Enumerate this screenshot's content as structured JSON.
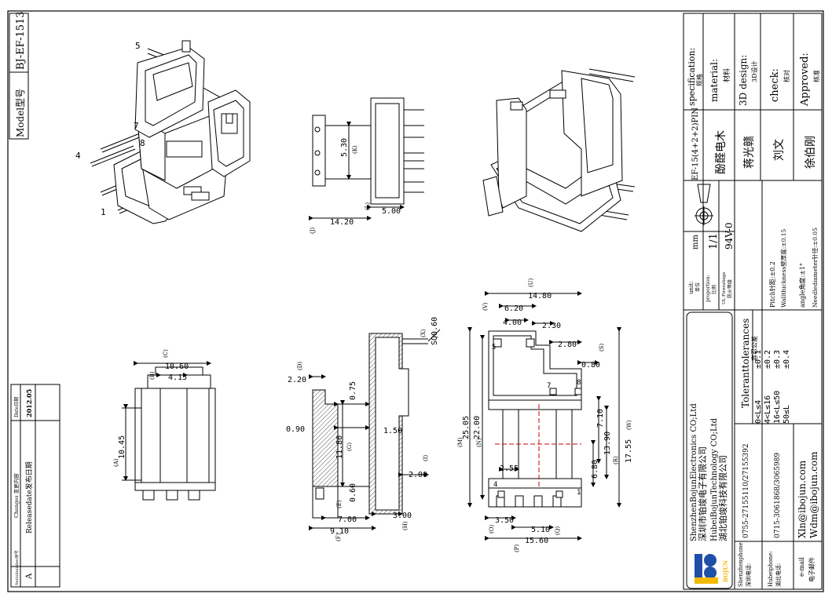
{
  "model": {
    "label": "Model型号",
    "value": "BJ-EF-1513"
  },
  "revision": {
    "headers": {
      "serial": "Serialnumber序号",
      "changes": "Changes 变更内容",
      "date": "Date日期"
    },
    "rows": [
      {
        "serial": "A",
        "changes": "Releasedate发布日期",
        "date": "2012.05"
      }
    ]
  },
  "pins": {
    "p1": "1",
    "p4": "4",
    "p5": "5",
    "p7": "7",
    "p8": "8"
  },
  "dims_top": {
    "d530": "5.30",
    "dK": "(K)",
    "d500": "5.00",
    "dL": "(L)",
    "d1420": "14.20",
    "dJ": "(J)"
  },
  "dims_left": {
    "d1060": "10.60",
    "dC": "(C)",
    "d415": "4.15",
    "dB": "(B)",
    "d1045": "10.45",
    "dA": "(A)"
  },
  "dims_side": {
    "d220": "2.20",
    "dD": "(D)",
    "d075": "0.75",
    "d090": "0.90",
    "d150": "1.50",
    "d1180": "11.80",
    "dG": "(G)",
    "d060": "0.60",
    "d200": "2.00",
    "dI": "(I)",
    "d700": "7.00",
    "dE": "(E)",
    "d910": "9.10",
    "dF": "(F)",
    "d300": "3.00",
    "dH": "(H)",
    "dX": "(X)",
    "dsq": "SQ0.60"
  },
  "dims_front": {
    "d1480": "14.80",
    "dU": "(U)",
    "d620": "6.20",
    "dV": "(V)",
    "d400": "4.00",
    "d230": "2.30",
    "d280": "2.80",
    "dS": "(S)",
    "d080": "0.80",
    "d2505": "25.05",
    "dM": "(M)",
    "d2200": "22.00",
    "dN": "(N)",
    "d710": "7.10",
    "d1390": "13.90",
    "dR": "(R)",
    "d680": "6.80",
    "d1755": "17.55",
    "dW": "(W)",
    "d255": "2.55",
    "d350": "3.50",
    "dO": "(O)",
    "d510": "5.10",
    "dQ": "(Q)",
    "d1560": "15.60",
    "dP": "(P)"
  },
  "title_block": {
    "spec_label_en": "specification:",
    "spec_label_cn": "规格",
    "spec_value": "EF-15(4+2+2)PIN",
    "material_label_en": "material:",
    "material_label_cn": "材料",
    "material_value": "酚醛电木",
    "design_label_en": "3D design:",
    "design_label_cn": "3D设计",
    "design_value": "蒋光赣",
    "check_label_en": "check:",
    "check_label_cn": "核对",
    "check_value": "刘文",
    "approved_label_en": "Approved:",
    "approved_label_cn": "核准",
    "approved_value": "徐伯刚",
    "unit_label_en": "unit:",
    "unit_label_cn": "单位",
    "unit_value": "mm",
    "proportion_label_en": "proportion:",
    "proportion_label_cn": "比例",
    "proportion_value": "1/1",
    "fire_label_en": "UL Fireratings",
    "fire_label_cn": "防火等级",
    "fire_value": "94V-0",
    "tolerance_title_en": "Toleranttolerances",
    "tolerance_title_cn": "容忍公差",
    "tolerances": [
      {
        "range": "0<L≤4",
        "value": "±0.1"
      },
      {
        "range": "4<L≤16",
        "value": "±0.2"
      },
      {
        "range": "16<L≤50",
        "value": "±0.3"
      },
      {
        "range": "50≤L",
        "value": "±0.4"
      }
    ],
    "other_tolerances": [
      "Pitch针距:±0.2",
      "Wallthickness壁厚度:±0.15",
      "angle角度:±1°",
      "Needlediameter针径:±0.05"
    ],
    "company": [
      "ShenzhenBojunElectronics CO;Ltd",
      "深圳市铂竣电子有限公司",
      "HubeiBojunTechnology CO;Ltd",
      "湖北铂竣科技有限公司"
    ],
    "logo_text": "BOJUN",
    "shenzhen_phone_label_en": "Shenzhenphone:",
    "shenzhen_phone_label_cn": "深圳电话:",
    "shenzhen_phone": "0755-27155110/27155392",
    "hubei_phone_label_en": "Hubeiphone:",
    "hubei_phone_label_cn": "湖北电话:",
    "hubei_phone": "0715-3061868/3065989",
    "email_label_en": "e-mail",
    "email_label_cn": "电子邮件",
    "email1": "Xln@ibojun.com",
    "email2": "Wdm@ibojun.com"
  },
  "colors": {
    "line": "#000000",
    "hatch": "#555555",
    "centerline": "#cc0000",
    "logo_blue": "#1f4fa8",
    "logo_yellow": "#f5b800"
  }
}
